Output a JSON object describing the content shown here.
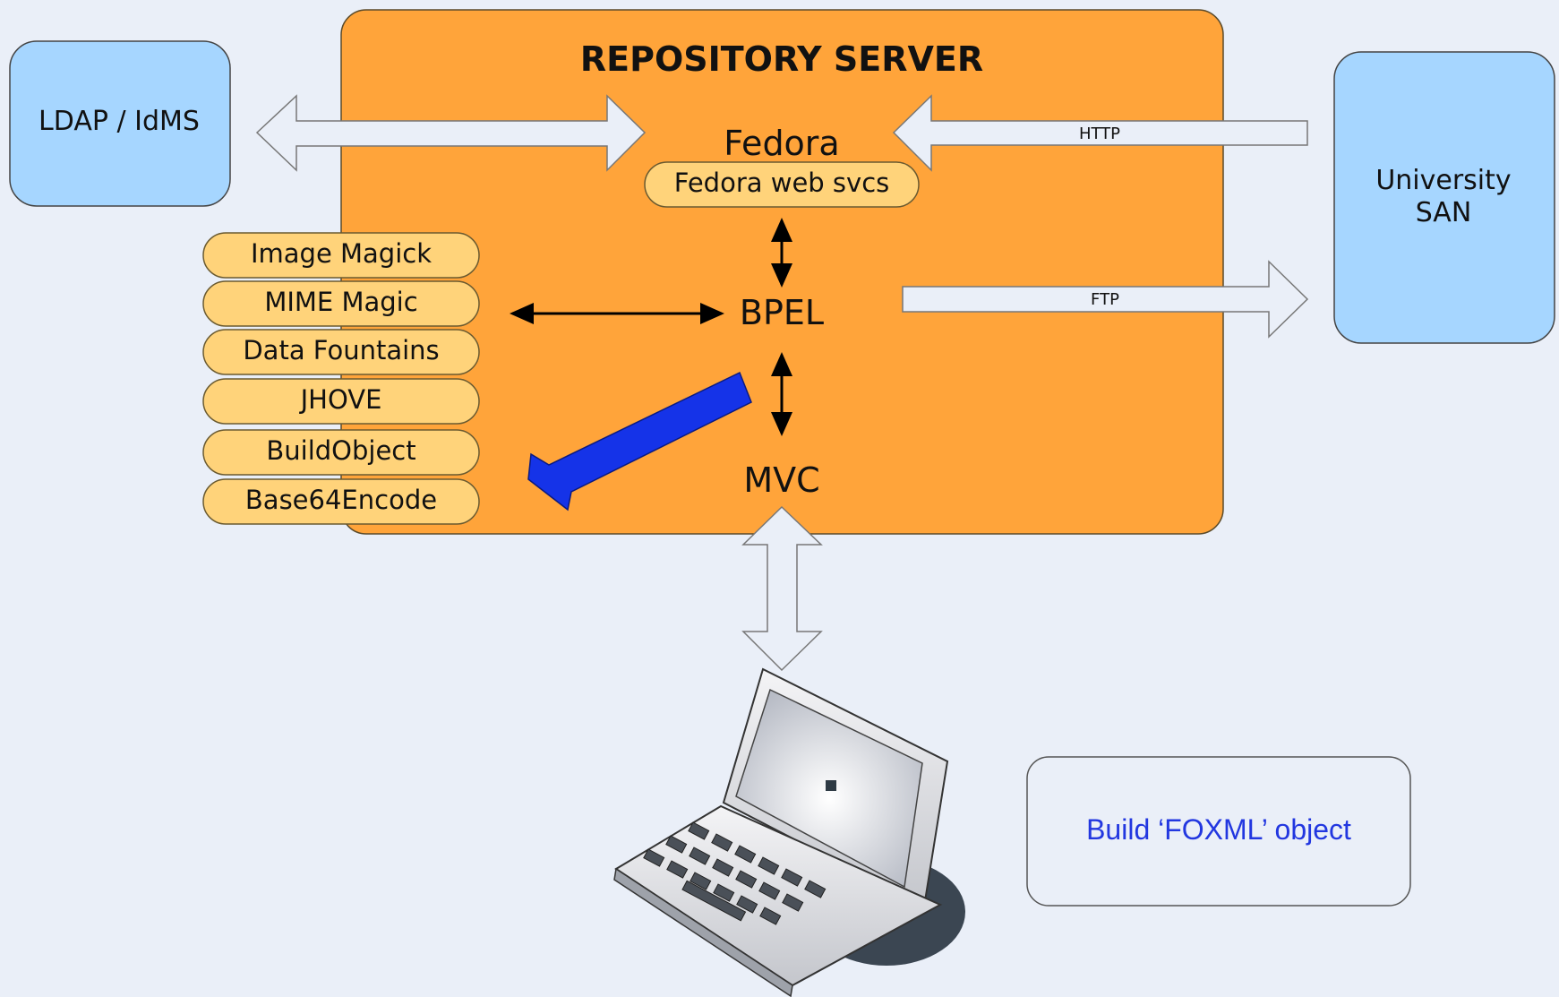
{
  "server": {
    "title": "REPOSITORY SERVER",
    "fedora": "Fedora",
    "fedora_ws": "Fedora web svcs",
    "bpel": "BPEL",
    "mvc": "MVC"
  },
  "tools": [
    "Image Magick",
    "MIME Magic",
    "Data Fountains",
    "JHOVE",
    "BuildObject",
    "Base64Encode"
  ],
  "external": {
    "ldap": "LDAP / IdMS",
    "san_line1": "University",
    "san_line2": "SAN"
  },
  "arrows": {
    "http": "HTTP",
    "ftp": "FTP"
  },
  "note": "Build ‘FOXML’ object",
  "colors": {
    "background": "#eaeff8",
    "server_fill": "#ffa43a",
    "pill_fill": "#ffd37a",
    "external_fill": "#a6d6ff",
    "highlight_arrow": "#1533e8",
    "note_text": "#2237e0"
  }
}
